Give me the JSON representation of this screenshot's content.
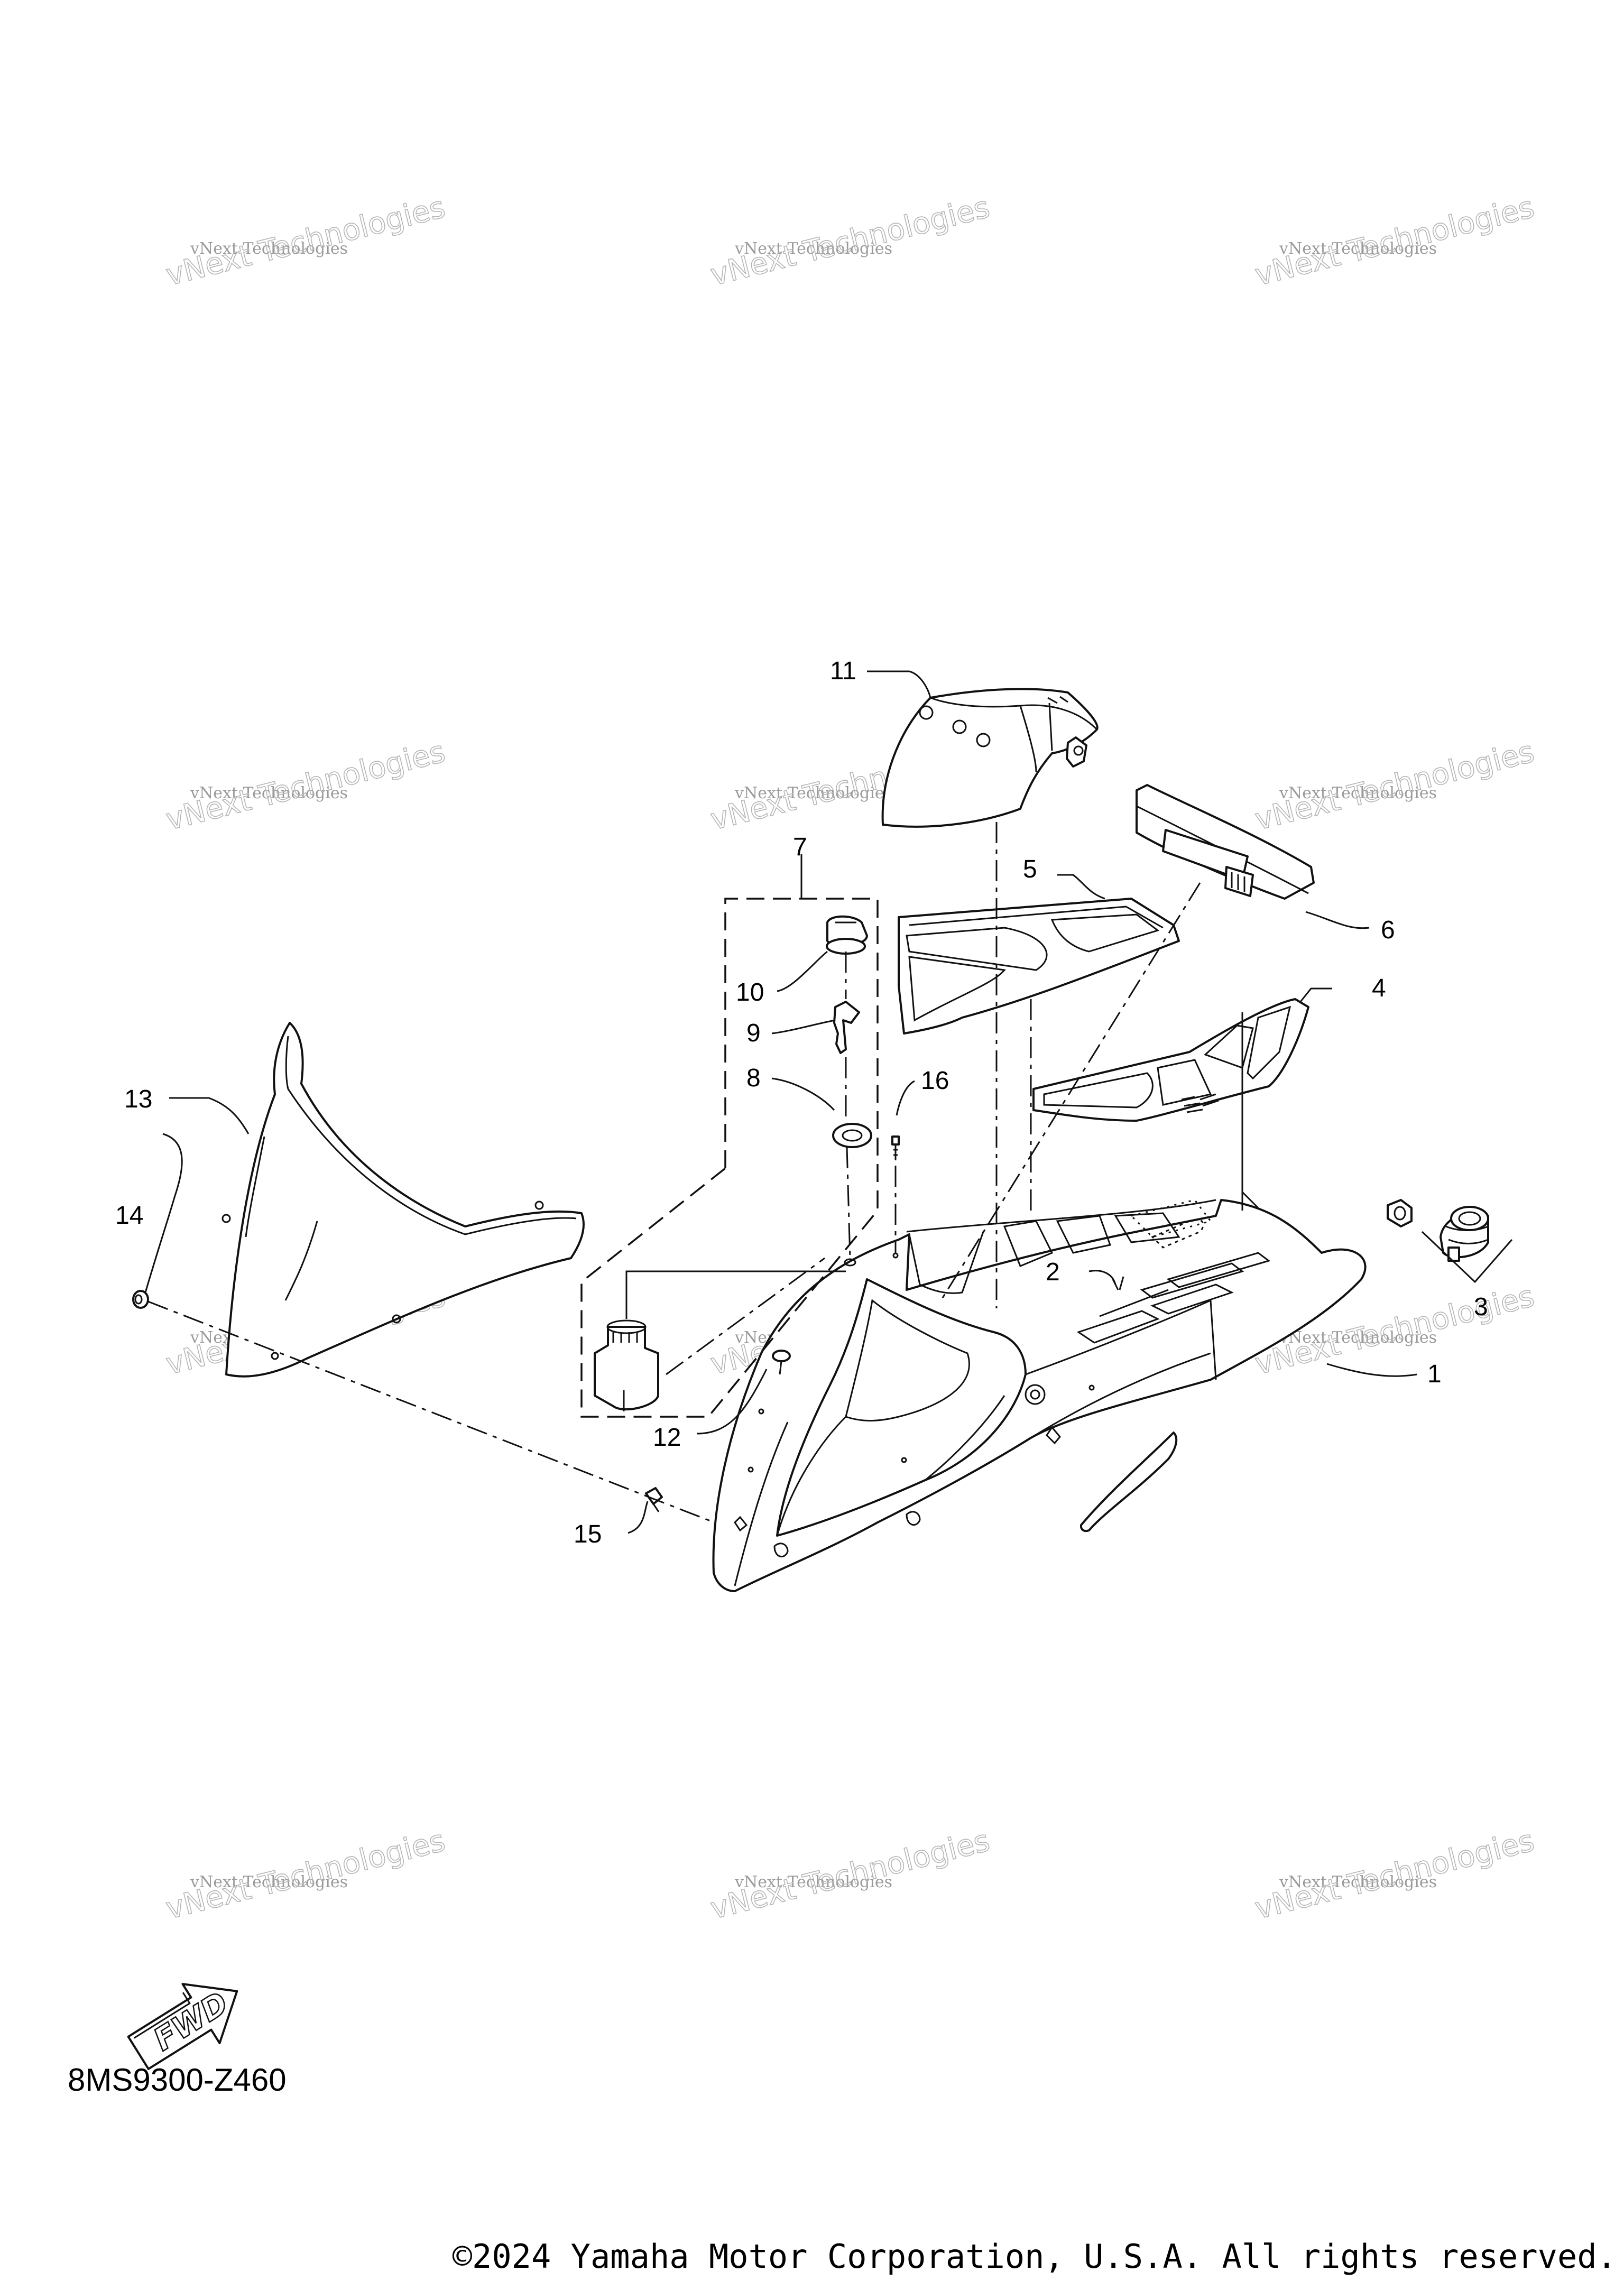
{
  "diagram": {
    "code": "8MS9300-Z460",
    "copyright": "©2024 Yamaha Motor Corporation, U.S.A. All rights reserved.",
    "fwd_label": "FWD",
    "watermark_line1": "vNext Technologies",
    "watermark_line2": "vNext Technologies",
    "callouts": {
      "c1": "1",
      "c2": "2",
      "c3": "3",
      "c4": "4",
      "c5": "5",
      "c6": "6",
      "c7": "7",
      "c8": "8",
      "c9": "9",
      "c10": "10",
      "c11": "11",
      "c12": "12",
      "c13": "13",
      "c14": "14",
      "c15": "15",
      "c16": "16"
    }
  }
}
